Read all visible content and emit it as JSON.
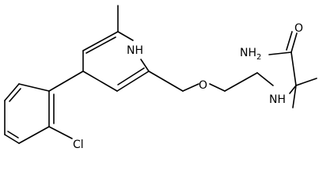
{
  "structure": {
    "atoms": {
      "ring_nh": "NH",
      "ether_o": "O",
      "amine_nh": "NH",
      "amide_o": "O",
      "amide_nh2_main": "NH",
      "amide_nh2_sub": "2",
      "chloro": "Cl"
    }
  }
}
